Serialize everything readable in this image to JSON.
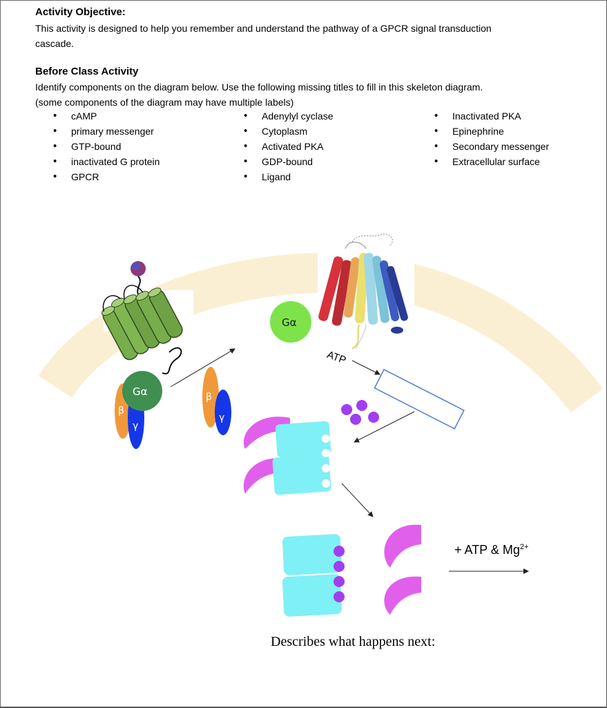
{
  "objective": {
    "heading": "Activity Objective:",
    "text_line1": "This activity is designed to help you remember and understand the pathway of a GPCR signal transduction",
    "text_line2": "cascade."
  },
  "before_class": {
    "heading": "Before Class Activity",
    "text_line1": "Identify components on the diagram below. Use the following missing titles to fill in this skeleton diagram.",
    "text_line2": "(some components of the diagram may have multiple labels)"
  },
  "labels_col1": [
    "cAMP",
    "primary messenger",
    "GTP-bound",
    "inactivated G protein",
    "GPCR"
  ],
  "labels_col2": [
    "Adenylyl cyclase",
    "Cytoplasm",
    "Activated PKA",
    "GDP-bound",
    "Ligand"
  ],
  "labels_col3": [
    "Inactivated PKA",
    "Epinephrine",
    "Secondary messenger",
    "Extracellular surface"
  ],
  "diagram": {
    "g_alpha": "Gα",
    "beta": "β",
    "gamma": "γ",
    "atp": "ATP",
    "atp_mg_prefix": "+ ATP & Mg",
    "atp_mg_sup": "2+",
    "next_prompt": "Describes what happens next:"
  },
  "colors": {
    "membrane": "#fbefd3",
    "g_alpha_dark": "#3f8f50",
    "g_alpha_light": "#7ee34a",
    "beta": "#f0993a",
    "gamma": "#1537e8",
    "pka_catalytic": "#e060ec",
    "pka_regulatory": "#7ff0f5",
    "camp": "#a03ef0",
    "gpcr": "#78ad4c"
  }
}
